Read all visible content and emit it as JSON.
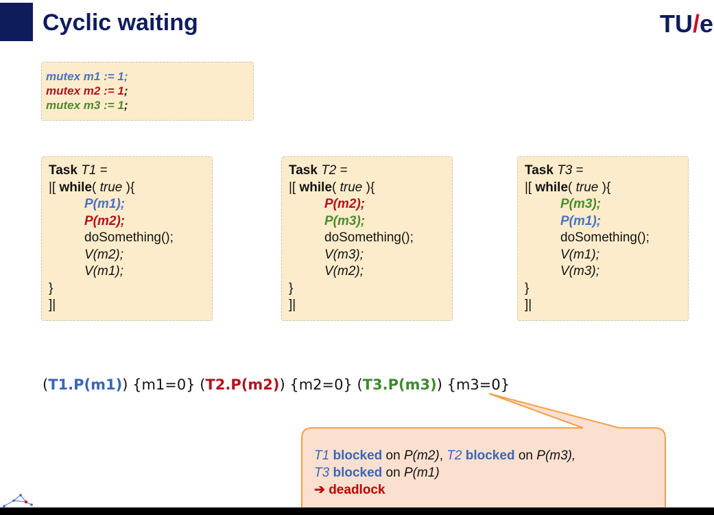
{
  "header": {
    "title": "Cyclic waiting",
    "logo_left": "TU",
    "logo_slash": "/",
    "logo_right": "e"
  },
  "declarations": [
    "mutex m1 := 1;",
    {
      "name": "mutex m2 := 1",
      "end": ";"
    },
    {
      "name": "mutex m3 := 1",
      "end": ";"
    }
  ],
  "tasks": [
    {
      "keyword": "Task",
      "name": "T1",
      "eq": " =",
      "open_prefix": "|[ ",
      "while_kw": "while",
      "while_paren_open": "( ",
      "cond": "true",
      "while_paren_close": " ){",
      "p_first": "P(m1);",
      "p_second": "P(m2);",
      "body": "doSomething();",
      "v_first": "V(m2);",
      "v_second": "V(m1);",
      "close_brace": "}",
      "close_block": "]|"
    },
    {
      "keyword": "Task",
      "name": "T2",
      "eq": " =",
      "open_prefix": "|[ ",
      "while_kw": "while",
      "while_paren_open": "( ",
      "cond": "true",
      "while_paren_close": " ){",
      "p_first": "P(m2);",
      "p_second": "P(m3);",
      "body": "doSomething();",
      "v_first": "V(m3);",
      "v_second": "V(m2);",
      "close_brace": "}",
      "close_block": "]|"
    },
    {
      "keyword": "Task",
      "name": "T3",
      "eq": " =",
      "open_prefix": "|[ ",
      "while_kw": "while",
      "while_paren_open": "( ",
      "cond": "true",
      "while_paren_close": " ){",
      "p_first": "P(m3);",
      "p_second": "P(m1);",
      "body": "doSomething();",
      "v_first": "V(m1);",
      "v_second": "V(m3);",
      "close_brace": "}",
      "close_block": "]|"
    }
  ],
  "trace": {
    "s1_open": "(",
    "s1": "T1.P(m1)",
    "s1_close": ") ",
    "st1": "{m1=0} ",
    "s2_open": "(",
    "s2": "T2.P(m2)",
    "s2_close": ") ",
    "st2": "{m2=0} ",
    "s3_open": "(",
    "s3": "T3.P(m3)",
    "s3_close": ") ",
    "st3": "{m3=0}"
  },
  "callout": {
    "t1": "T1",
    "blocked": "blocked",
    "on": " on ",
    "pm2": "P(m2)",
    "comma": ", ",
    "t2": "T2",
    "pm3": "P(m3),",
    "t3": "T3",
    "pm1": "P(m1)",
    "arrow": "➔ ",
    "deadlock": "deadlock"
  },
  "colors": {
    "title": "#0e1c5c",
    "m1": "#4a72c2",
    "m2": "#b3121c",
    "m3": "#4d8a2b",
    "note_bg": "#fdeccb",
    "callout_bg": "#fbe0d0",
    "callout_border": "#f0a04b"
  }
}
